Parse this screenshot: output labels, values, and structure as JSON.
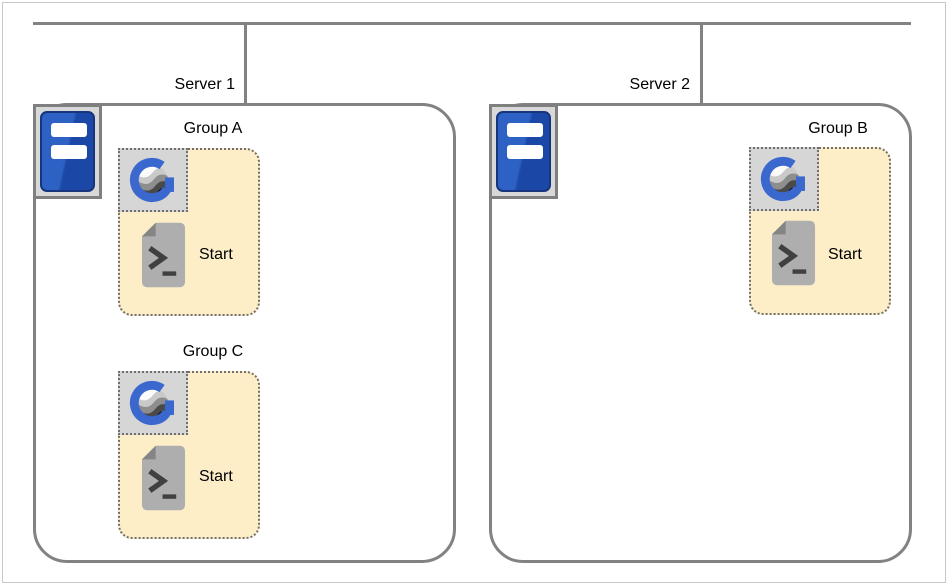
{
  "diagram": {
    "servers": [
      {
        "label": "Server 1",
        "groups": [
          {
            "label": "Group A",
            "script_label": "Start"
          },
          {
            "label": "Group C",
            "script_label": "Start"
          }
        ]
      },
      {
        "label": "Server 2",
        "groups": [
          {
            "label": "Group B",
            "script_label": "Start"
          }
        ]
      }
    ],
    "icons": {
      "server_icon": "blue-server-tower",
      "group_icon": "g-globe-logo",
      "script_icon": "terminal-script-document"
    },
    "colors": {
      "connector_line": "#828282",
      "server_box_border": "#828282",
      "group_panel_fill": "#fdeec8",
      "dotted_border": "#6f6f6f",
      "icon_plate_fill": "#d6d6d6",
      "server_icon_blue_light": "#2d61c4",
      "server_icon_blue_dark": "#1b48a6",
      "g_logo_blue": "#3a68ce",
      "script_icon_gray": "#aeaeae"
    }
  }
}
